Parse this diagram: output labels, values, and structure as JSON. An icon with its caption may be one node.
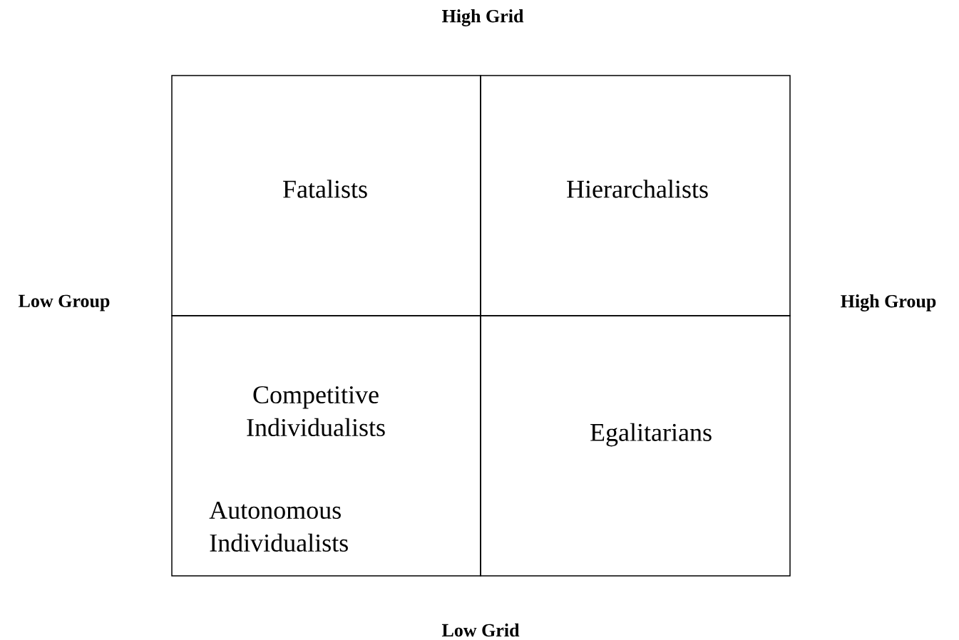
{
  "diagram": {
    "nodes": [
      {
        "text": [
          "Fatalists"
        ]
      },
      {
        "text": [
          "Hierarchalists"
        ]
      },
      {
        "text": [
          "Competitive Individualists",
          "Autonomous Individualists"
        ]
      },
      {
        "text": [
          "Egalitarians"
        ]
      }
    ],
    "labels": [
      "High Grid",
      "Low Group",
      "High Group",
      "Low Grid"
    ]
  }
}
